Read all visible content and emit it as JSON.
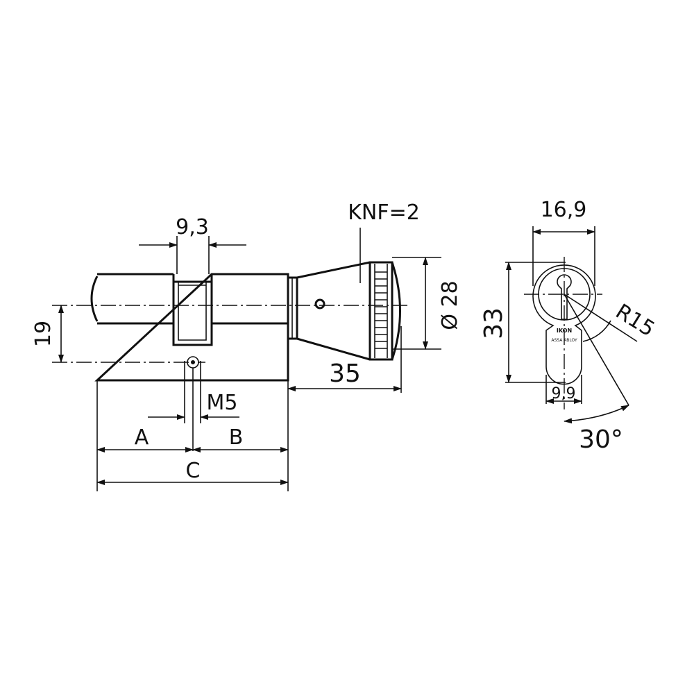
{
  "drawing": {
    "title": "Knob cylinder dimension drawing",
    "front_view": {
      "dim_cam_width": "9,3",
      "knob_label": "KNF=2",
      "dim_knob_diameter": "Ø 28",
      "dim_knob_length": "35",
      "dim_axis_offset": "19",
      "dim_screw": "M5",
      "dim_a": "A",
      "dim_b": "B",
      "dim_c": "C"
    },
    "side_view": {
      "dim_width": "16,9",
      "dim_height": "33",
      "dim_radius": "R15",
      "dim_tongue": "9,9",
      "dim_angle": "30°",
      "logo_brand": "IKON",
      "logo_sub": "ASSA ABLOY"
    }
  }
}
